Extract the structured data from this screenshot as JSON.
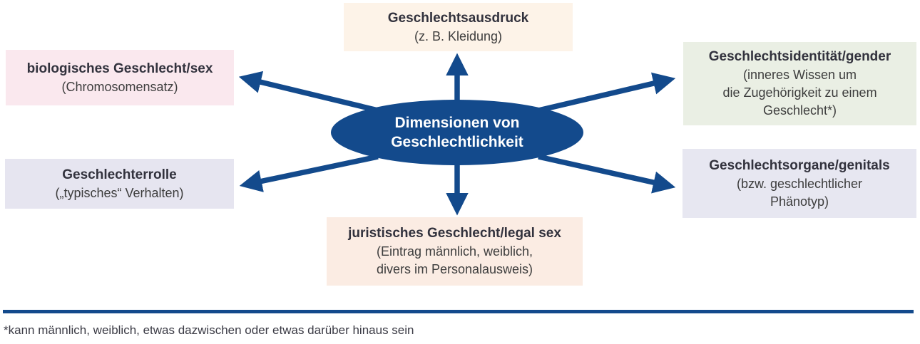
{
  "diagram": {
    "center": {
      "label_line1": "Dimensionen von",
      "label_line2": "Geschlechtlichkeit"
    },
    "nodes": [
      {
        "id": "geschlechtsausdruck",
        "title": "Geschlechtsausdruck",
        "subtitle_lines": [
          "(z. B. Kleidung)"
        ]
      },
      {
        "id": "biologisches-geschlecht",
        "title": "biologisches Geschlecht/sex",
        "subtitle_lines": [
          "(Chromosomensatz)"
        ]
      },
      {
        "id": "geschlechtsidentitaet",
        "title": "Geschlechtsidentität/gender",
        "subtitle_lines": [
          "(inneres Wissen um",
          "die Zugehörigkeit zu einem",
          "Geschlecht*)"
        ]
      },
      {
        "id": "geschlechterrolle",
        "title": "Geschlechterrolle",
        "subtitle_lines": [
          "(„typisches“ Verhalten)"
        ]
      },
      {
        "id": "geschlechtsorgane",
        "title": "Geschlechtsorgane/genitals",
        "subtitle_lines": [
          "(bzw. geschlechtlicher",
          "Phänotyp)"
        ]
      },
      {
        "id": "juristisches-geschlecht",
        "title": "juristisches Geschlecht/legal sex",
        "subtitle_lines": [
          "(Eintrag männlich, weiblich,",
          "divers im Personalausweis)"
        ]
      }
    ],
    "footnote": "*kann männlich, weiblich, etwas dazwischen oder etwas darüber hinaus sein",
    "colors": {
      "arrow_blue": "#134a8c",
      "ellipse_blue": "#134a8c",
      "box_cream": "#fdf3e8",
      "box_pink": "#fae8ee",
      "box_green": "#eaefe4",
      "box_lavender": "#e6e5f0",
      "box_peach": "#fbece3",
      "heading_text": "#32323d",
      "body_text": "#3d3d3d"
    }
  }
}
